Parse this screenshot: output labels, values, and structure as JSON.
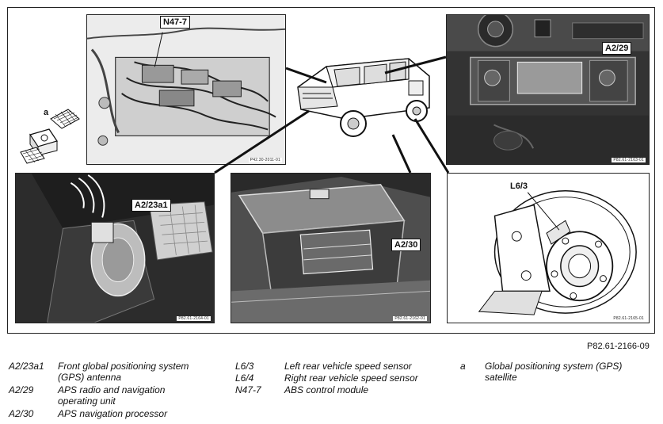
{
  "panels": {
    "abs_module": {
      "callout": "N47-7",
      "code": "P42.30-2011-01"
    },
    "radio": {
      "callout": "A2/29",
      "code": "P82.61-2163-01"
    },
    "antenna": {
      "callout": "A2/23a1",
      "code": "P82.61-2164-01"
    },
    "processor": {
      "callout": "A2/30",
      "code": "P82.61-2162-01"
    },
    "sensor": {
      "callout": "L6/3",
      "code": "P82.61-2165-01"
    },
    "satellite": {
      "label": "a"
    }
  },
  "figure_ref": "P82.61-2166-09",
  "legend": {
    "col1": [
      {
        "key": "A2/23a1",
        "lines": [
          "Front global positioning system",
          "(GPS) antenna"
        ]
      },
      {
        "key": "A2/29",
        "lines": [
          "APS radio and navigation",
          "operating unit"
        ]
      },
      {
        "key": "A2/30",
        "lines": [
          "APS navigation processor"
        ]
      }
    ],
    "col2": [
      {
        "key": "L6/3",
        "lines": [
          "Left rear vehicle speed sensor"
        ]
      },
      {
        "key": "L6/4",
        "lines": [
          "Right rear vehicle speed sensor"
        ]
      },
      {
        "key": "N47-7",
        "lines": [
          "ABS control module"
        ]
      }
    ],
    "col3": [
      {
        "key": "a",
        "lines": [
          "Global positioning system (GPS)",
          "satellite"
        ]
      }
    ]
  }
}
